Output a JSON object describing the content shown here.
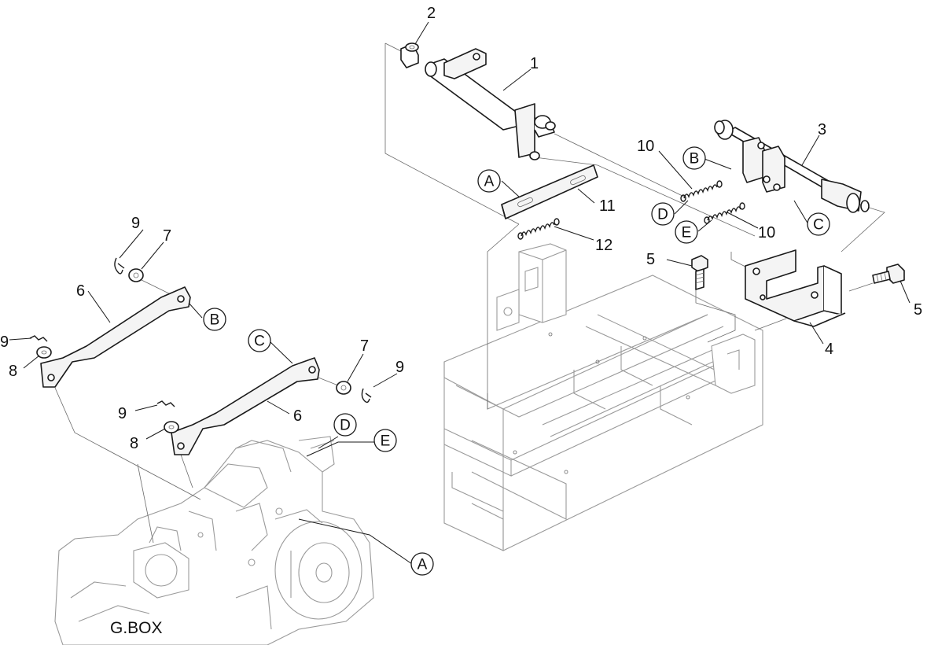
{
  "figure": {
    "part_numbers": {
      "p1": "1",
      "p2": "2",
      "p3": "3",
      "p4": "4",
      "p5a": "5",
      "p5b": "5",
      "p6a": "6",
      "p6b": "6",
      "p7a": "7",
      "p7b": "7",
      "p8a": "8",
      "p8b": "8",
      "p9a": "9",
      "p9b": "9",
      "p9c": "9",
      "p9d": "9",
      "p10a": "10",
      "p10b": "10",
      "p11": "11",
      "p12": "12"
    },
    "connectors": {
      "a_top": "A",
      "a_bottom": "A",
      "b_left": "B",
      "b_right": "B",
      "c_left": "C",
      "c_right": "C",
      "d_top": "D",
      "d_bottom": "D",
      "e_top": "E",
      "e_bottom": "E"
    },
    "gearbox_label": "G.BOX"
  }
}
